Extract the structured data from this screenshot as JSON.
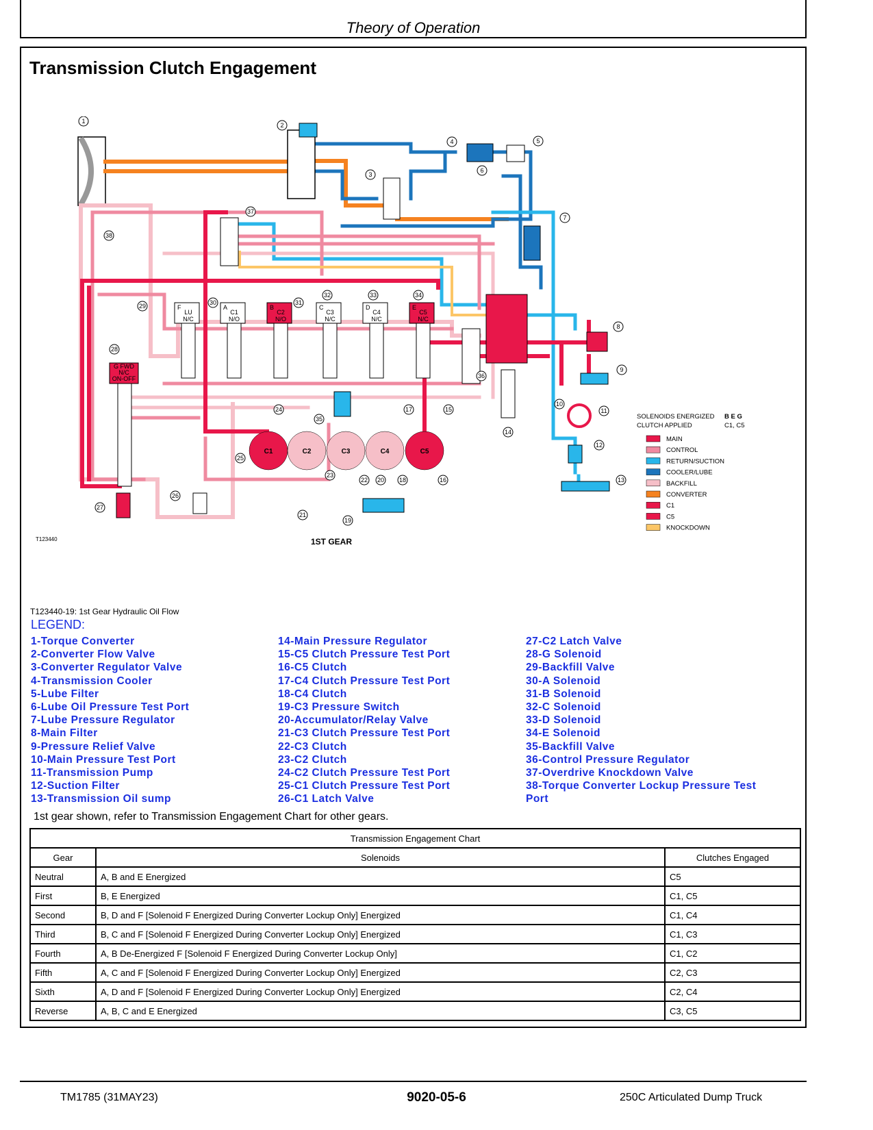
{
  "header": {
    "title": "Theory of Operation"
  },
  "section_title": "Transmission Clutch Engagement",
  "diagram": {
    "figure_id": "T123440",
    "gear_label": "1ST GEAR",
    "solenoid_labels": {
      "f": {
        "letter": "F",
        "line1": "LU",
        "line2": "N/C"
      },
      "a": {
        "letter": "A",
        "line1": "C1",
        "line2": "N/O"
      },
      "b": {
        "letter": "B",
        "line1": "C2",
        "line2": "N/O"
      },
      "c": {
        "letter": "C",
        "line1": "C3",
        "line2": "N/C"
      },
      "d": {
        "letter": "D",
        "line1": "C4",
        "line2": "N/C"
      },
      "e": {
        "letter": "E",
        "line1": "C5",
        "line2": "N/C"
      },
      "g": {
        "line1": "G FWD",
        "line2": "N/C",
        "line3": "ON-OFF"
      }
    },
    "clutch_labels": [
      "C1",
      "C2",
      "C3",
      "C4",
      "C5"
    ],
    "callouts": [
      "1",
      "2",
      "3",
      "4",
      "5",
      "6",
      "7",
      "8",
      "9",
      "10",
      "11",
      "12",
      "13",
      "14",
      "15",
      "16",
      "17",
      "18",
      "19",
      "20",
      "21",
      "22",
      "23",
      "24",
      "25",
      "26",
      "27",
      "28",
      "29",
      "30",
      "31",
      "32",
      "33",
      "34",
      "35",
      "36",
      "37",
      "38"
    ],
    "key": {
      "solenoids_energized_label": "SOLENOIDS ENERGIZED",
      "solenoids_energized_value": "B E G",
      "clutch_applied_label": "CLUTCH APPLIED",
      "clutch_applied_value": "C1, C5",
      "items": [
        {
          "label": "MAIN",
          "color": "#e8174a"
        },
        {
          "label": "CONTROL",
          "color": "#ef8aa0"
        },
        {
          "label": "RETURN/SUCTION",
          "color": "#29b6ea"
        },
        {
          "label": "COOLER/LUBE",
          "color": "#1c75bc"
        },
        {
          "label": "BACKFILL",
          "color": "#f6bfc8"
        },
        {
          "label": "CONVERTER",
          "color": "#f58220"
        },
        {
          "label": "C1",
          "color": "#e8174a"
        },
        {
          "label": "C5",
          "color": "#e8174a"
        },
        {
          "label": "KNOCKDOWN",
          "color": "#fcc667"
        }
      ]
    }
  },
  "figure_caption": "T123440-19: 1st Gear Hydraulic Oil Flow",
  "legend": {
    "heading": "LEGEND:",
    "col1": [
      "1-Torque Converter",
      "2-Converter Flow Valve",
      "3-Converter Regulator Valve",
      "4-Transmission Cooler",
      "5-Lube Filter",
      "6-Lube Oil Pressure Test Port",
      "7-Lube Pressure Regulator",
      "8-Main Filter",
      "9-Pressure Relief Valve",
      "10-Main Pressure Test Port",
      "11-Transmission Pump",
      "12-Suction Filter",
      "13-Transmission Oil sump"
    ],
    "col2": [
      "14-Main Pressure Regulator",
      "15-C5 Clutch Pressure Test Port",
      "16-C5 Clutch",
      "17-C4 Clutch Pressure Test Port",
      "18-C4 Clutch",
      "19-C3 Pressure Switch",
      "20-Accumulator/Relay Valve",
      "21-C3 Clutch Pressure Test Port",
      "22-C3 Clutch",
      "23-C2 Clutch",
      "24-C2 Clutch Pressure Test Port",
      "25-C1 Clutch Pressure Test Port",
      "26-C1 Latch Valve"
    ],
    "col3": [
      "27-C2 Latch Valve",
      "28-G Solenoid",
      "29-Backfill Valve",
      "30-A Solenoid",
      "31-B Solenoid",
      "32-C Solenoid",
      "33-D Solenoid",
      "34-E Solenoid",
      "35-Backfill Valve",
      "36-Control Pressure Regulator",
      "37-Overdrive Knockdown Valve",
      "38-Torque Converter Lockup Pressure Test",
      "Port"
    ]
  },
  "note": "1st gear shown, refer to Transmission Engagement Chart for other gears.",
  "chart": {
    "title": "Transmission Engagement Chart",
    "headers": [
      "Gear",
      "Solenoids",
      "Clutches Engaged"
    ],
    "rows": [
      [
        "Neutral",
        "A, B and E Energized",
        "C5"
      ],
      [
        "First",
        "B, E Energized",
        "C1, C5"
      ],
      [
        "Second",
        "B, D and F [Solenoid F Energized During Converter Lockup Only] Energized",
        "C1, C4"
      ],
      [
        "Third",
        "B, C and F [Solenoid F Energized During Converter Lockup Only] Energized",
        "C1, C3"
      ],
      [
        "Fourth",
        "A, B De-Energized F [Solenoid F Energized During Converter Lockup Only]",
        "C1, C2"
      ],
      [
        "Fifth",
        "A, C and F [Solenoid F Energized During Converter Lockup Only] Energized",
        "C2, C3"
      ],
      [
        "Sixth",
        "A, D and F [Solenoid F Energized During Converter Lockup Only] Energized",
        "C2, C4"
      ],
      [
        "Reverse",
        "A, B, C and E Energized",
        "C3, C5"
      ]
    ]
  },
  "footer": {
    "left": "TM1785 (31MAY23)",
    "center": "9020-05-6",
    "right": "250C Articulated Dump Truck"
  },
  "colors": {
    "main": "#e8174a",
    "control": "#ef8aa0",
    "return": "#29b6ea",
    "cooler": "#1c75bc",
    "backfill": "#f6bfc8",
    "converter": "#f58220",
    "knockdown": "#fcc667",
    "legend_text": "#1a2ee0"
  }
}
